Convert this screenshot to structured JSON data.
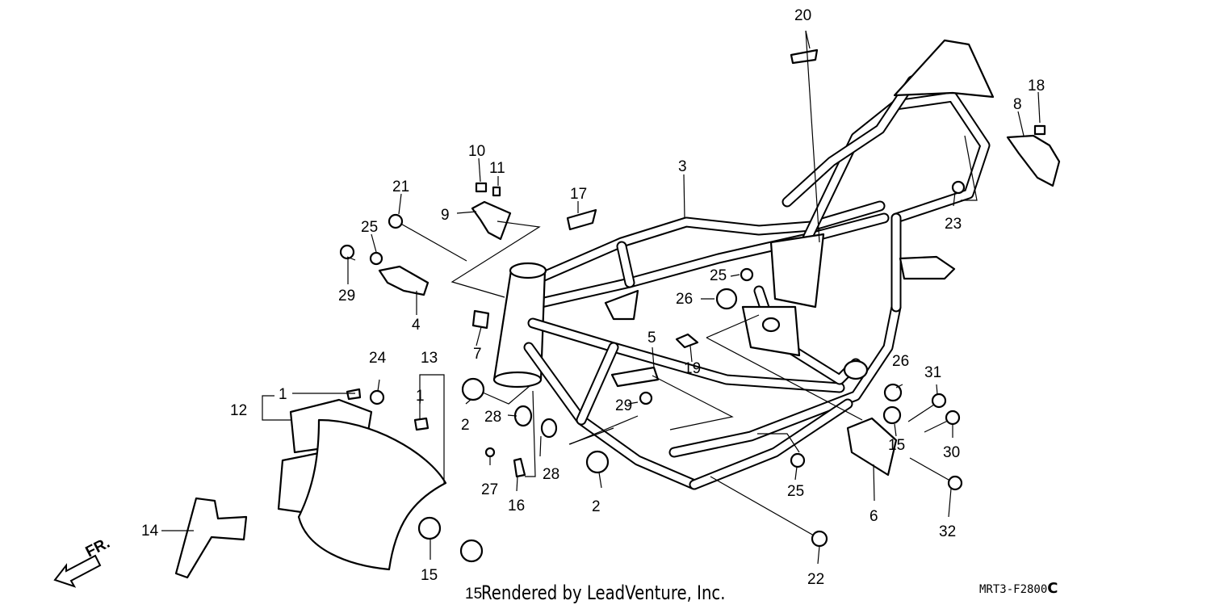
{
  "diagram": {
    "credit": "Rendered by LeadVenture, Inc.",
    "drawing_code": "MRT3-F2800",
    "drawing_code_suffix": "C",
    "front_arrow_label": "FR.",
    "callouts": [
      "20",
      "18",
      "8",
      "10",
      "11",
      "21",
      "17",
      "3",
      "9",
      "25",
      "29",
      "4",
      "23",
      "25",
      "26",
      "7",
      "5",
      "19",
      "24",
      "13",
      "1",
      "12",
      "1",
      "2",
      "28",
      "29",
      "26",
      "31",
      "15",
      "30",
      "27",
      "28",
      "16",
      "2",
      "25",
      "6",
      "32",
      "14",
      "22",
      "15",
      "15"
    ]
  }
}
